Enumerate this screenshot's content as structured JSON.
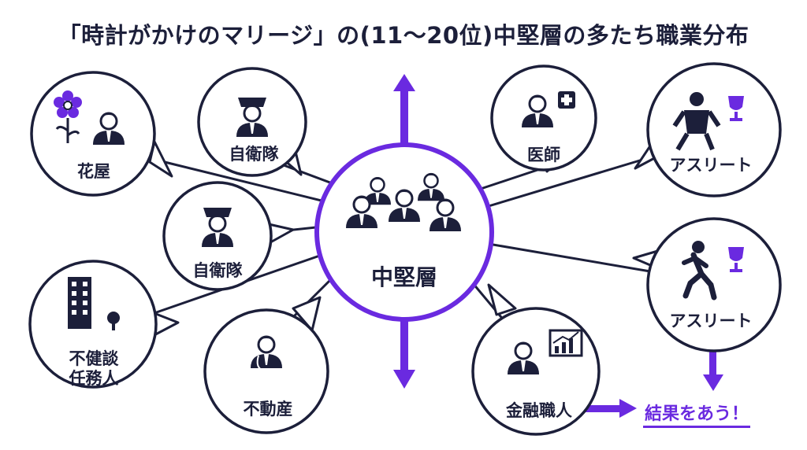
{
  "title": "「時計がかけのマリージ」の(11〜20位)中堅層の多たち職業分布",
  "center": {
    "label": "中堅層"
  },
  "nodes": [
    {
      "id": "florist",
      "label": "花屋",
      "icon": "florist-icon"
    },
    {
      "id": "sdf-top",
      "label": "自衛隊",
      "icon": "officer-icon"
    },
    {
      "id": "sdf-mid",
      "label": "自衛隊",
      "icon": "officer-icon"
    },
    {
      "id": "building",
      "label": "不健談\n任務人",
      "icon": "building-icon"
    },
    {
      "id": "realestate",
      "label": "不動産",
      "icon": "doctor-icon"
    },
    {
      "id": "doctor",
      "label": "医師",
      "icon": "doctor-icon"
    },
    {
      "id": "athlete-top",
      "label": "アスリート",
      "icon": "athlete-trophy-icon"
    },
    {
      "id": "athlete-mid",
      "label": "アスリート",
      "icon": "runner-trophy-icon"
    },
    {
      "id": "finance",
      "label": "金融職人",
      "icon": "businessman-chart-icon"
    }
  ],
  "result": "結果をあう！",
  "colors": {
    "accent": "#6a2ae0",
    "dark": "#1c1f3a",
    "line": "#1c1f3a"
  }
}
